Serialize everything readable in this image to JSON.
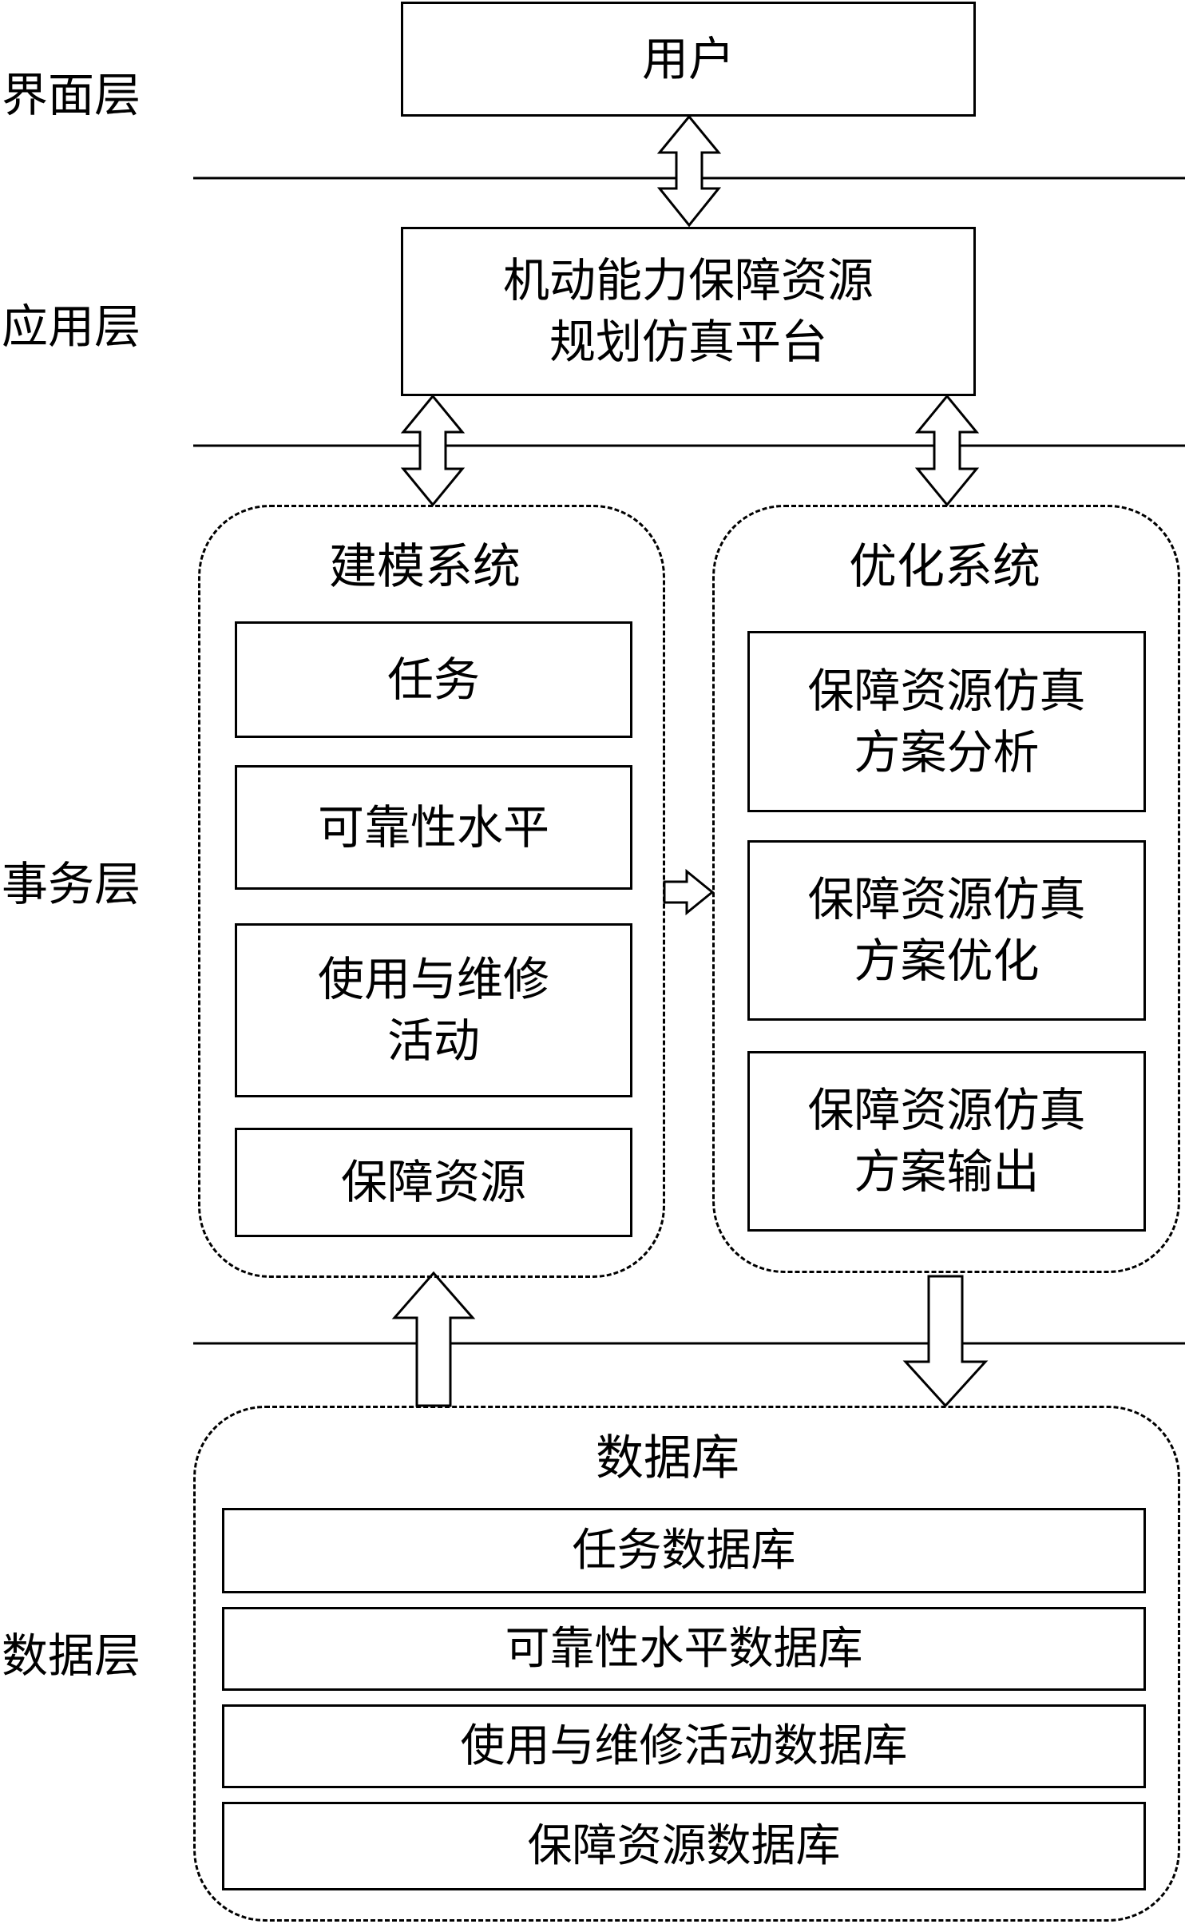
{
  "layers": {
    "ui": "界面层",
    "app": "应用层",
    "business": "事务层",
    "data": "数据层"
  },
  "user": "用户",
  "platform": [
    "机动能力保障资源",
    "规划仿真平台"
  ],
  "modeling": {
    "title": "建模系统",
    "items": [
      [
        "任务"
      ],
      [
        "可靠性水平"
      ],
      [
        "使用与维修",
        "活动"
      ],
      [
        "保障资源"
      ]
    ]
  },
  "optimization": {
    "title": "优化系统",
    "items": [
      [
        "保障资源仿真",
        "方案分析"
      ],
      [
        "保障资源仿真",
        "方案优化"
      ],
      [
        "保障资源仿真",
        "方案输出"
      ]
    ]
  },
  "database": {
    "title": "数据库",
    "items": [
      "任务数据库",
      "可靠性水平数据库",
      "使用与维修活动数据库",
      "保障资源数据库"
    ]
  }
}
